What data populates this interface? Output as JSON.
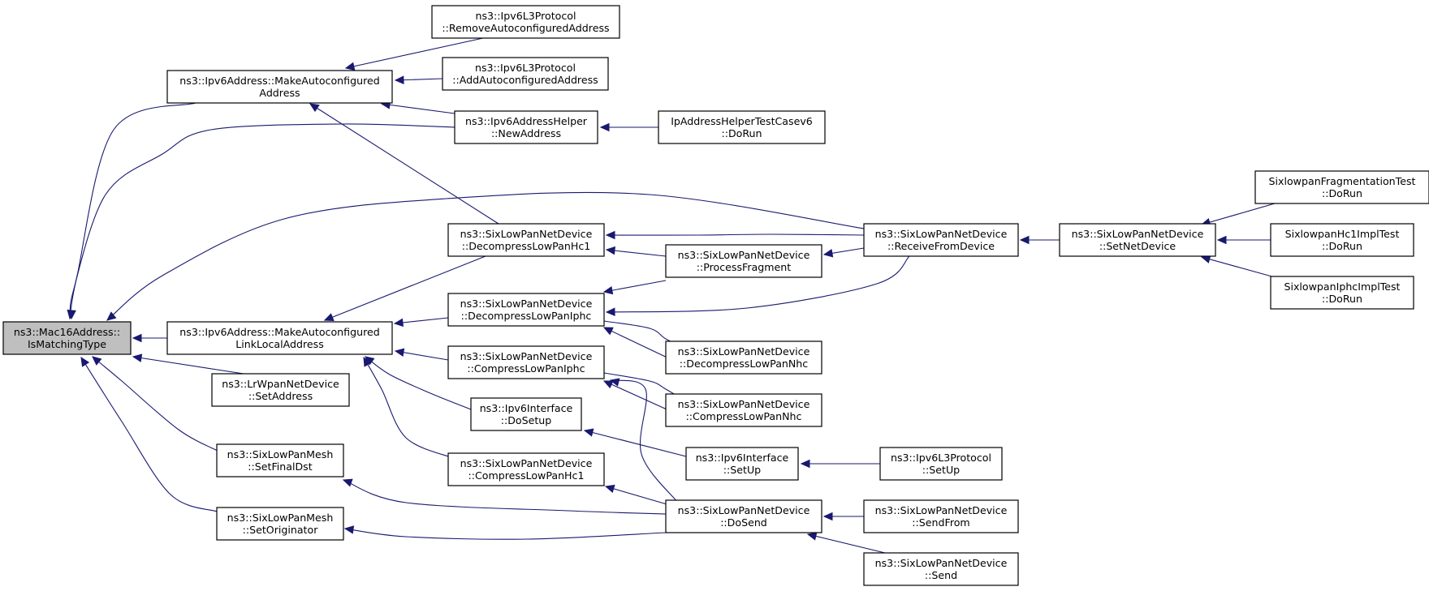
{
  "graph": {
    "nodes": [
      {
        "id": "root",
        "lines": [
          "ns3::Mac16Address::",
          "IsMatchingType"
        ],
        "root": true
      },
      {
        "id": "makeAuto",
        "lines": [
          "ns3::Ipv6Address::MakeAutoconfigured",
          "Address"
        ]
      },
      {
        "id": "makeLL",
        "lines": [
          "ns3::Ipv6Address::MakeAutoconfigured",
          "LinkLocalAddress"
        ]
      },
      {
        "id": "lrwpan",
        "lines": [
          "ns3::LrWpanNetDevice",
          "::SetAddress"
        ]
      },
      {
        "id": "setFinalDst",
        "lines": [
          "ns3::SixLowPanMesh",
          "::SetFinalDst"
        ]
      },
      {
        "id": "setOrig",
        "lines": [
          "ns3::SixLowPanMesh",
          "::SetOriginator"
        ]
      },
      {
        "id": "removeAuto",
        "lines": [
          "ns3::Ipv6L3Protocol",
          "::RemoveAutoconfiguredAddress"
        ]
      },
      {
        "id": "addAuto",
        "lines": [
          "ns3::Ipv6L3Protocol",
          "::AddAutoconfiguredAddress"
        ]
      },
      {
        "id": "newAddr",
        "lines": [
          "ns3::Ipv6AddressHelper",
          "::NewAddress"
        ]
      },
      {
        "id": "ipTest",
        "lines": [
          "IpAddressHelperTestCasev6",
          "::DoRun"
        ]
      },
      {
        "id": "decHc1",
        "lines": [
          "ns3::SixLowPanNetDevice",
          "::DecompressLowPanHc1"
        ]
      },
      {
        "id": "decIphc",
        "lines": [
          "ns3::SixLowPanNetDevice",
          "::DecompressLowPanIphc"
        ]
      },
      {
        "id": "compIphc",
        "lines": [
          "ns3::SixLowPanNetDevice",
          "::CompressLowPanIphc"
        ]
      },
      {
        "id": "doSetup",
        "lines": [
          "ns3::Ipv6Interface",
          "::DoSetup"
        ]
      },
      {
        "id": "compHc1",
        "lines": [
          "ns3::SixLowPanNetDevice",
          "::CompressLowPanHc1"
        ]
      },
      {
        "id": "procFrag",
        "lines": [
          "ns3::SixLowPanNetDevice",
          "::ProcessFragment"
        ]
      },
      {
        "id": "decNhc",
        "lines": [
          "ns3::SixLowPanNetDevice",
          "::DecompressLowPanNhc"
        ]
      },
      {
        "id": "compNhc",
        "lines": [
          "ns3::SixLowPanNetDevice",
          "::CompressLowPanNhc"
        ]
      },
      {
        "id": "setUpIf",
        "lines": [
          "ns3::Ipv6Interface",
          "::SetUp"
        ]
      },
      {
        "id": "doSend",
        "lines": [
          "ns3::SixLowPanNetDevice",
          "::DoSend"
        ]
      },
      {
        "id": "recv",
        "lines": [
          "ns3::SixLowPanNetDevice",
          "::ReceiveFromDevice"
        ]
      },
      {
        "id": "l3SetUp",
        "lines": [
          "ns3::Ipv6L3Protocol",
          "::SetUp"
        ]
      },
      {
        "id": "sendFrom",
        "lines": [
          "ns3::SixLowPanNetDevice",
          "::SendFrom"
        ]
      },
      {
        "id": "send",
        "lines": [
          "ns3::SixLowPanNetDevice",
          "::Send"
        ]
      },
      {
        "id": "setNet",
        "lines": [
          "ns3::SixLowPanNetDevice",
          "::SetNetDevice"
        ]
      },
      {
        "id": "fragTest",
        "lines": [
          "SixlowpanFragmentationTest",
          "::DoRun"
        ]
      },
      {
        "id": "hc1Test",
        "lines": [
          "SixlowpanHc1ImplTest",
          "::DoRun"
        ]
      },
      {
        "id": "iphcTest",
        "lines": [
          "SixlowpanIphcImplTest",
          "::DoRun"
        ]
      }
    ],
    "edges": [
      {
        "from": "makeAuto",
        "to": "root"
      },
      {
        "from": "newAddr",
        "to": "root"
      },
      {
        "from": "recv",
        "to": "root"
      },
      {
        "from": "makeLL",
        "to": "root"
      },
      {
        "from": "lrwpan",
        "to": "root"
      },
      {
        "from": "setFinalDst",
        "to": "root"
      },
      {
        "from": "setOrig",
        "to": "root"
      },
      {
        "from": "removeAuto",
        "to": "makeAuto"
      },
      {
        "from": "addAuto",
        "to": "makeAuto"
      },
      {
        "from": "newAddr",
        "to": "makeAuto"
      },
      {
        "from": "decHc1",
        "to": "makeAuto"
      },
      {
        "from": "ipTest",
        "to": "newAddr"
      },
      {
        "from": "decHc1",
        "to": "makeLL"
      },
      {
        "from": "decIphc",
        "to": "makeLL"
      },
      {
        "from": "compIphc",
        "to": "makeLL"
      },
      {
        "from": "doSetup",
        "to": "makeLL"
      },
      {
        "from": "compHc1",
        "to": "makeLL"
      },
      {
        "from": "recv",
        "to": "decHc1"
      },
      {
        "from": "procFrag",
        "to": "decHc1"
      },
      {
        "from": "recv",
        "to": "procFrag"
      },
      {
        "from": "procFrag",
        "to": "decIphc"
      },
      {
        "from": "recv",
        "to": "decIphc"
      },
      {
        "from": "decNhc",
        "to": "decIphc"
      },
      {
        "from": "decIphc",
        "to": "decNhc"
      },
      {
        "from": "compNhc",
        "to": "compIphc"
      },
      {
        "from": "compIphc",
        "to": "compNhc"
      },
      {
        "from": "doSend",
        "to": "compIphc"
      },
      {
        "from": "setUpIf",
        "to": "doSetup"
      },
      {
        "from": "l3SetUp",
        "to": "setUpIf"
      },
      {
        "from": "doSend",
        "to": "compHc1"
      },
      {
        "from": "doSend",
        "to": "setFinalDst"
      },
      {
        "from": "doSend",
        "to": "setOrig"
      },
      {
        "from": "sendFrom",
        "to": "doSend"
      },
      {
        "from": "send",
        "to": "doSend"
      },
      {
        "from": "setNet",
        "to": "recv"
      },
      {
        "from": "fragTest",
        "to": "setNet"
      },
      {
        "from": "hc1Test",
        "to": "setNet"
      },
      {
        "from": "iphcTest",
        "to": "setNet"
      }
    ]
  }
}
